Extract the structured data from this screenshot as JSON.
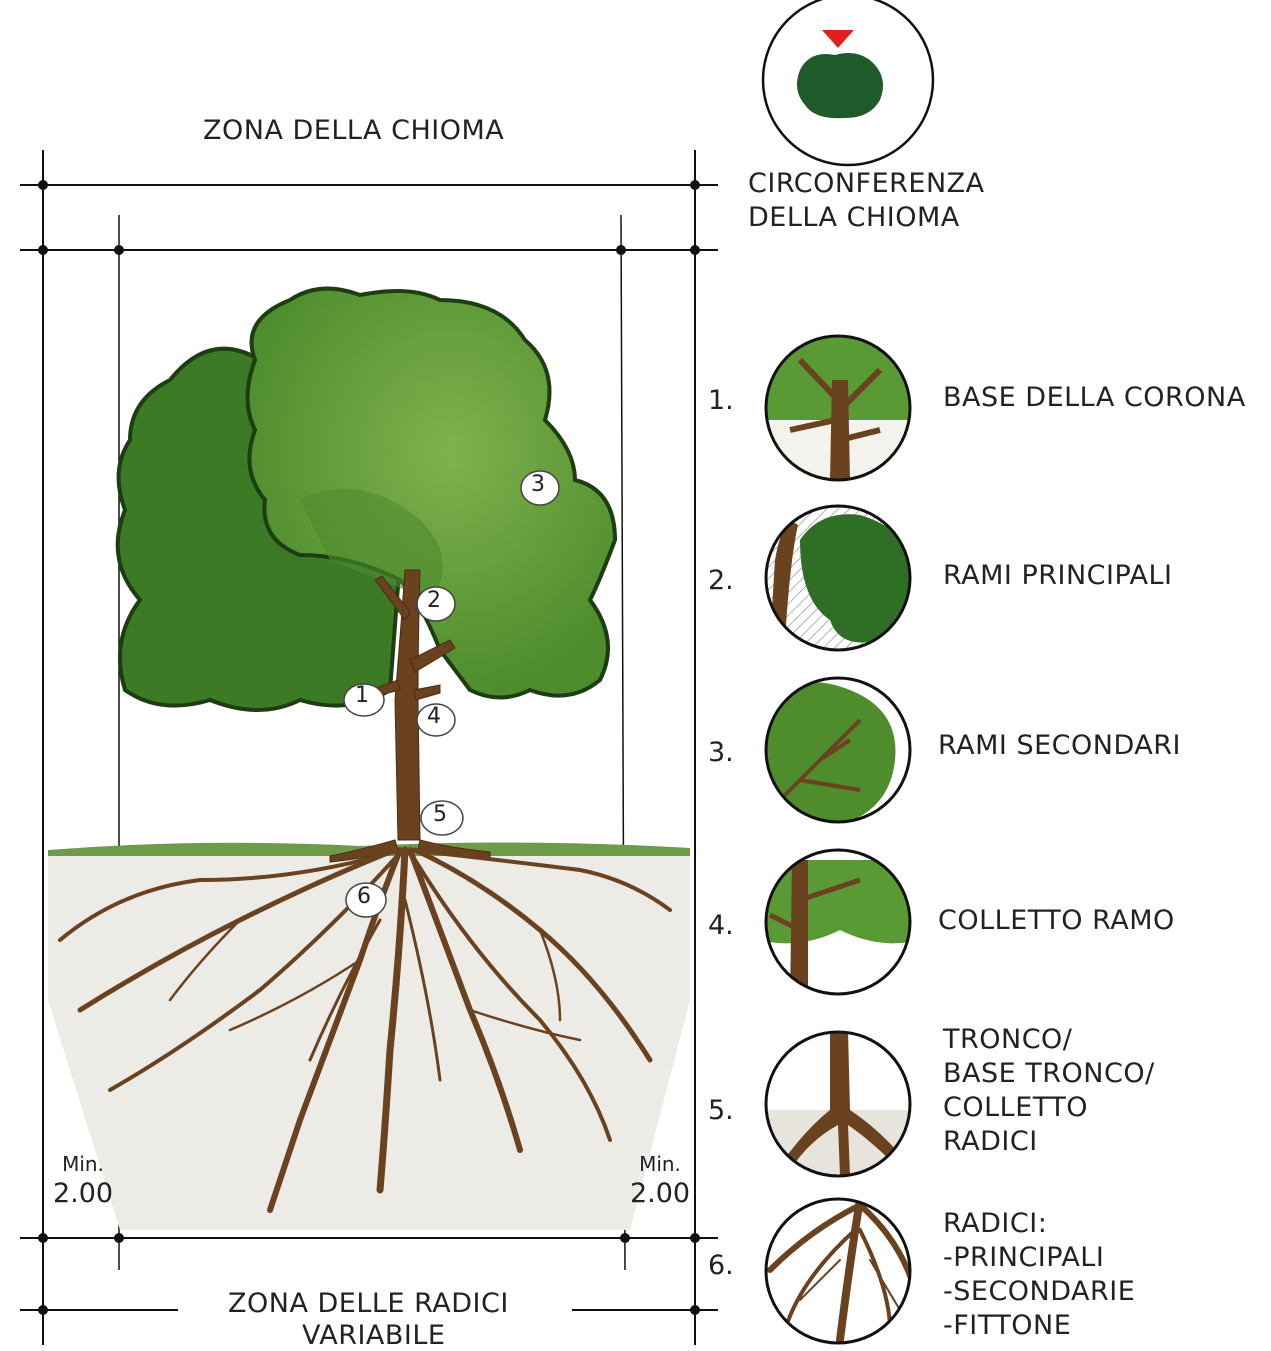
{
  "diagram": {
    "crown_zone": "ZONA DELLA CHIOMA",
    "crown_circumference": [
      "CIRCONFERENZA",
      "DELLA CHIOMA"
    ],
    "root_zone": [
      "ZONA DELLE RADICI",
      "VARIABILE"
    ],
    "min_left": {
      "prefix": "Min.",
      "value": "2.00"
    },
    "min_right": {
      "prefix": "Min.",
      "value": "2.00"
    },
    "markers": [
      "1",
      "2",
      "3",
      "4",
      "5",
      "6"
    ]
  },
  "legend": [
    {
      "num": "1.",
      "lines": [
        "BASE DELLA CORONA"
      ]
    },
    {
      "num": "2.",
      "lines": [
        "RAMI PRINCIPALI"
      ]
    },
    {
      "num": "3.",
      "lines": [
        "RAMI SECONDARI"
      ]
    },
    {
      "num": "4.",
      "lines": [
        "COLLETTO RAMO"
      ]
    },
    {
      "num": "5.",
      "lines": [
        "TRONCO/",
        "BASE TRONCO/",
        "COLLETTO",
        "RADICI"
      ]
    },
    {
      "num": "6.",
      "lines": [
        "RADICI:",
        "-PRINCIPALI",
        "-SECONDARIE",
        "-FITTONE"
      ]
    }
  ],
  "colors": {
    "foliage_dark": "#2e6b1f",
    "foliage_light": "#5a9a35",
    "trunk": "#6b4220",
    "grass": "#6f9a4c",
    "marker_red": "#e02020",
    "line": "#111111"
  }
}
